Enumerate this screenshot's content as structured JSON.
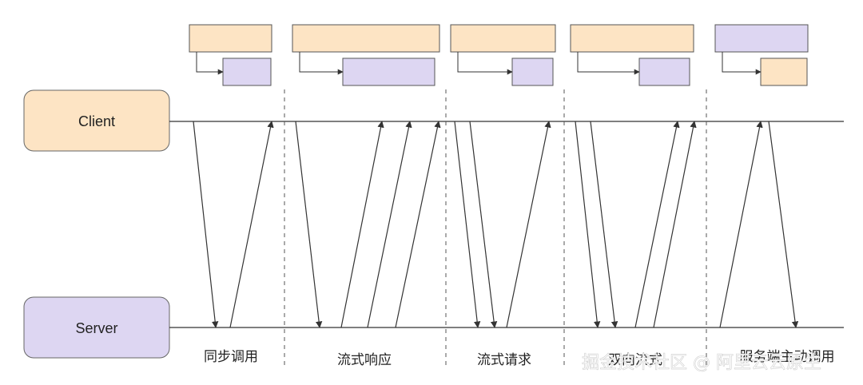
{
  "participants": {
    "client": {
      "label": "Client",
      "color": "#fde4c4"
    },
    "server": {
      "label": "Server",
      "color": "#ddd6f2"
    }
  },
  "patterns": [
    {
      "label": "同步调用",
      "outer": "client",
      "inner": "server"
    },
    {
      "label": "流式响应",
      "outer": "client",
      "inner": "server"
    },
    {
      "label": "流式请求",
      "outer": "client",
      "inner": "server"
    },
    {
      "label": "双向流式",
      "outer": "client",
      "inner": "server"
    },
    {
      "label": "服务端主动调用",
      "outer": "server",
      "inner": "client"
    }
  ],
  "watermark": "掘金技术社区 @ 阿里云云原生",
  "colors": {
    "line": "#333333",
    "divider": "#555555",
    "box_stroke": "#555555"
  }
}
